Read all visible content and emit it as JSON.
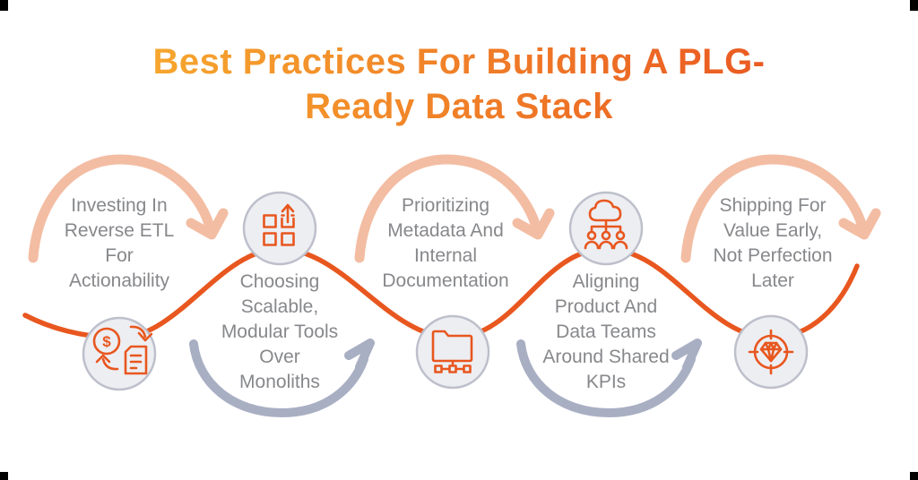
{
  "title": {
    "text": "Best Practices For Building A PLG-\nReady Data Stack",
    "gradient_start": "#F6A62E",
    "gradient_end": "#EA5A22"
  },
  "steps": [
    {
      "id": 1,
      "position": "top",
      "label": "Investing In\nReverse ETL\nFor\nActionability",
      "icon": "currency-document-exchange-icon"
    },
    {
      "id": 2,
      "position": "bottom",
      "label": "Choosing\nScalable,\nModular Tools\nOver\nMonoliths",
      "icon": "modular-blocks-arrow-icon"
    },
    {
      "id": 3,
      "position": "top",
      "label": "Prioritizing\nMetadata And\nInternal\nDocumentation",
      "icon": "folder-tree-icon"
    },
    {
      "id": 4,
      "position": "bottom",
      "label": "Aligning\nProduct And\nData Teams\nAround Shared\nKPIs",
      "icon": "cloud-team-icon"
    },
    {
      "id": 5,
      "position": "top",
      "label": "Shipping For\nValue Early,\nNot Perfection\nLater",
      "icon": "gem-target-icon"
    }
  ],
  "icon_glyphs": {
    "currency_symbol": "$"
  },
  "colors": {
    "background": "#FFFFFF",
    "wave": "#E8571F",
    "icon_stroke": "#E8571F",
    "arc_peach": "#F3BDA3",
    "arc_gray_blue": "#A9AFC3",
    "node_fill": "#EDEEF2",
    "node_border": "#BDC0CB",
    "label_text": "#87888B",
    "corner_marks": "#000000"
  }
}
